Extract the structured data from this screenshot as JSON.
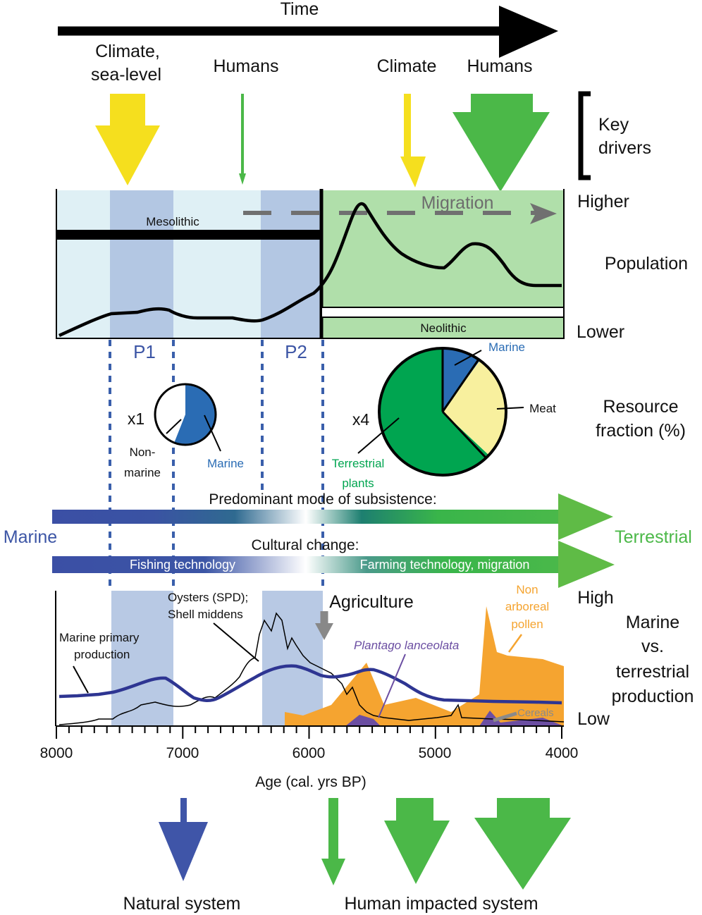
{
  "header": {
    "time_label": "Time"
  },
  "drivers": {
    "climate_sea_level": [
      "Climate,",
      "sea-level"
    ],
    "humans_early": "Humans",
    "climate_late": "Climate",
    "humans_late": "Humans",
    "key_drivers": [
      "Key",
      "drivers"
    ]
  },
  "population": {
    "higher": "Higher",
    "lower": "Lower",
    "title": "Population",
    "mesolithic": "Mesolithic",
    "neolithic": "Neolithic",
    "migration": "Migration"
  },
  "periods": {
    "p1": "P1",
    "p2": "P2"
  },
  "resource": {
    "title": [
      "Resource",
      "fraction (%)"
    ],
    "small": {
      "multiplier": "x1",
      "non_marine": [
        "Non-",
        "marine"
      ],
      "marine": "Marine"
    },
    "large": {
      "multiplier": "x4",
      "marine": "Marine",
      "meat": "Meat",
      "terrestrial": [
        "Terrestrial",
        "plants"
      ]
    }
  },
  "subsistence": {
    "title": "Predominant mode of subsistence:",
    "left": "Marine",
    "right": "Terrestrial"
  },
  "cultural": {
    "title": "Cultural change:",
    "fishing": "Fishing technology",
    "farming": "Farming technology, migration"
  },
  "production": {
    "high": "High",
    "low": "Low",
    "title": [
      "Marine",
      "vs.",
      "terrestrial",
      "production"
    ],
    "marine_primary": [
      "Marine primary",
      "production"
    ],
    "oysters": [
      "Oysters (SPD);",
      "Shell middens"
    ],
    "agriculture": "Agriculture",
    "plantago": "Plantago lanceolata",
    "non_arboreal": [
      "Non",
      "arboreal",
      "pollen"
    ],
    "cereals": "Cereals"
  },
  "axis": {
    "xlabel": "Age (cal. yrs BP)",
    "ticks": [
      "8000",
      "7000",
      "6000",
      "5000",
      "4000"
    ]
  },
  "footer": {
    "natural": "Natural  system",
    "human": "Human impacted system"
  },
  "colors": {
    "yellow": "#f5df1e",
    "green_arrow": "#4bb848",
    "blue_arrow": "#3f55a8",
    "meso_bg": "#dff0f5",
    "period_band": "#b3c7e3",
    "neo_bg": "#b0dfaa",
    "marine_blue": "#2a6cb4",
    "terrestrial_green": "#00a550",
    "meat_yellow": "#f8f09e",
    "orange": "#f5a430",
    "purple": "#6b4ea2",
    "navy": "#2e3592"
  },
  "chart_data": {
    "type": "line",
    "xlabel": "Age (cal. yrs BP)",
    "xlim": [
      8000,
      4000
    ],
    "pies": {
      "small": [
        {
          "name": "Marine",
          "value": 56
        },
        {
          "name": "Non-marine",
          "value": 44
        }
      ],
      "large": [
        {
          "name": "Marine",
          "value": 10
        },
        {
          "name": "Meat",
          "value": 27
        },
        {
          "name": "Terrestrial plants",
          "value": 63
        }
      ]
    }
  }
}
